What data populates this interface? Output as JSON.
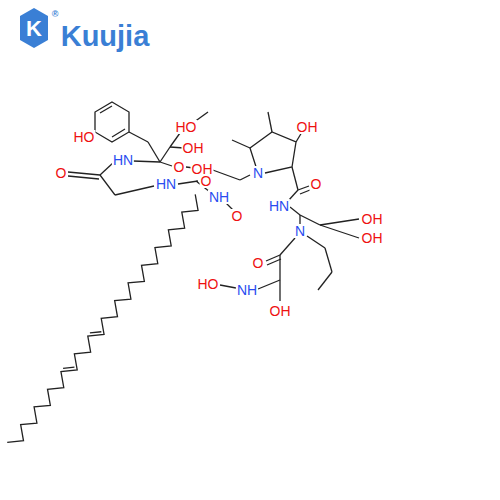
{
  "diagram": {
    "labels": [
      "K",
      "®",
      "Kuujia",
      "HO",
      "HO",
      "OH",
      "OH",
      "O",
      "OH",
      "N",
      "O",
      "HN",
      "HN",
      "OH",
      "O",
      "HN",
      "O",
      "NH",
      "OH",
      "O",
      "N",
      "O",
      "HO",
      "NH",
      "OH"
    ]
  }
}
